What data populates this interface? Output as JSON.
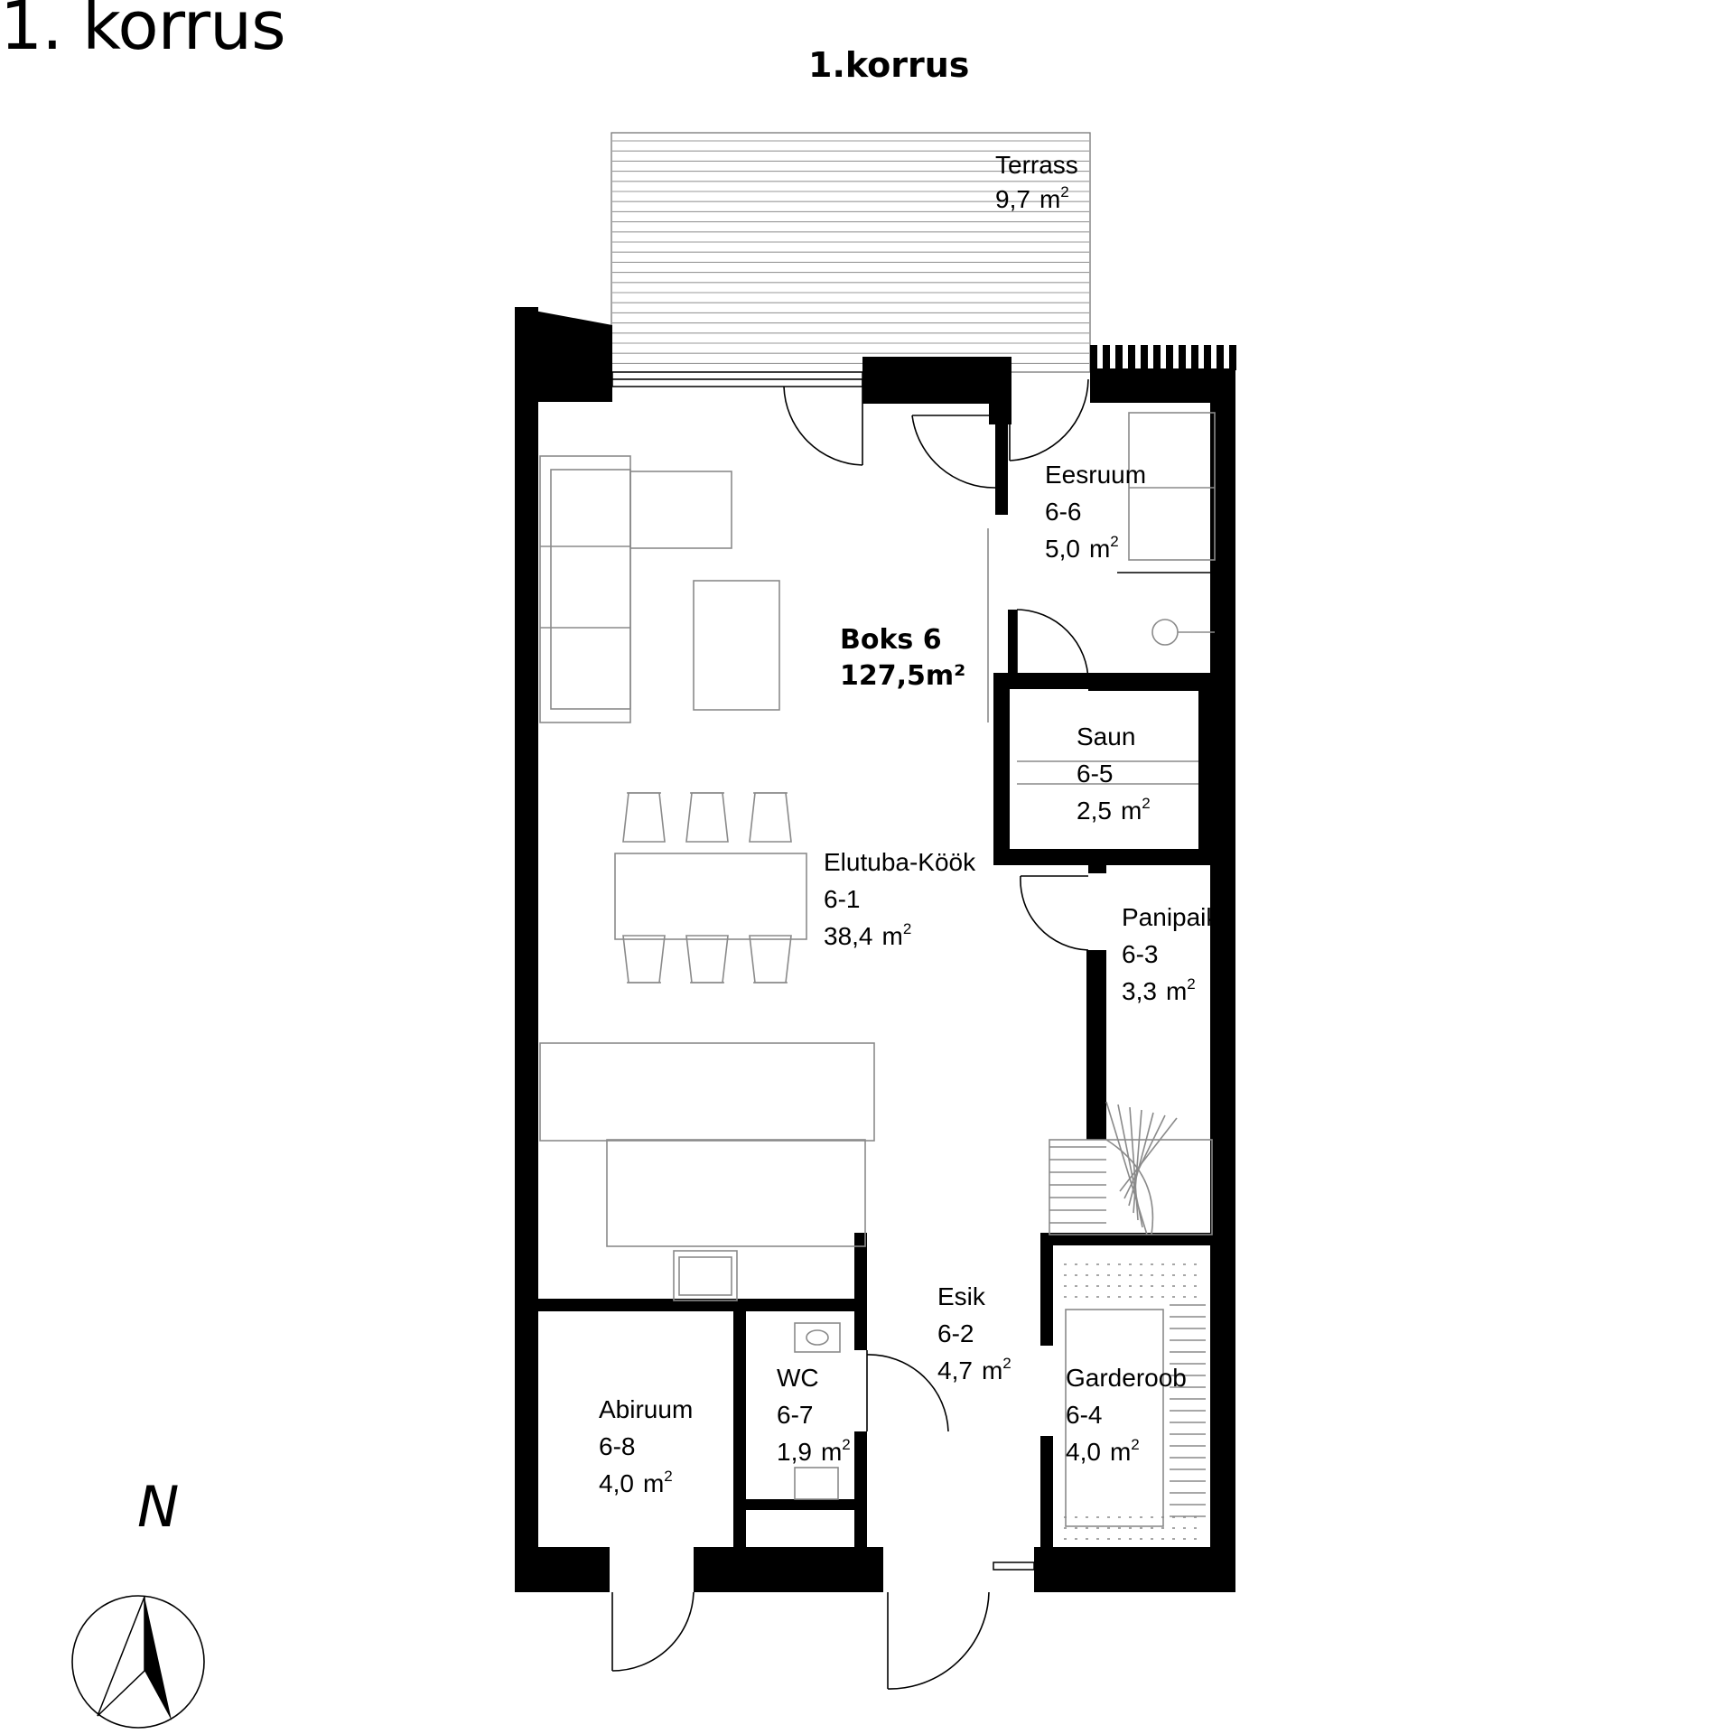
{
  "page_title": "1. korrus",
  "plan_title": "1.korrus",
  "unit_label": "Boks 6",
  "unit_area": "127,5m²",
  "north_label": "N",
  "area_unit": "m",
  "area_unit_exponent": "2",
  "rooms": [
    {
      "key": "terrass",
      "name": "Terrass",
      "code": "",
      "area": "9,7"
    },
    {
      "key": "eesruum",
      "name": "Eesruum",
      "code": "6-6",
      "area": "5,0"
    },
    {
      "key": "saun",
      "name": "Saun",
      "code": "6-5",
      "area": "2,5"
    },
    {
      "key": "elutuba",
      "name": "Elutuba-Köök",
      "code": "6-1",
      "area": "38,4"
    },
    {
      "key": "panipaik",
      "name": "Panipaik",
      "code": "6-3",
      "area": "3,3"
    },
    {
      "key": "esik",
      "name": "Esik",
      "code": "6-2",
      "area": "4,7"
    },
    {
      "key": "wc",
      "name": "WC",
      "code": "6-7",
      "area": "1,9"
    },
    {
      "key": "garderoob",
      "name": "Garderoob",
      "code": "6-4",
      "area": "4,0"
    },
    {
      "key": "abiruum",
      "name": "Abiruum",
      "code": "6-8",
      "area": "4,0"
    }
  ]
}
